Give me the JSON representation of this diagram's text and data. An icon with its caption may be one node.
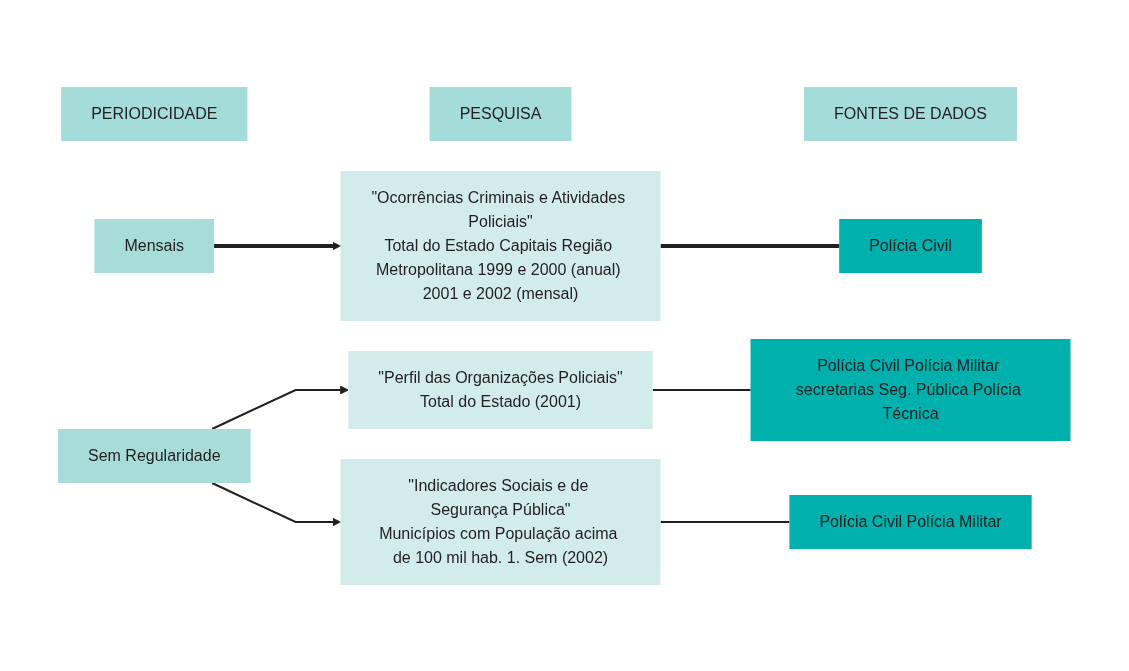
{
  "diagram": {
    "nodes": [
      {
        "text": [
          "PERIODICIDADE"
        ]
      },
      {
        "text": [
          "PESQUISA"
        ]
      },
      {
        "text": [
          "FONTES DE DADOS"
        ]
      },
      {
        "text": [
          "Mensais"
        ]
      },
      {
        "text": [
          "\"Ocorrências Criminais e Atividades Policiais\"",
          "Total do Estado Capitais Região Metropolitana 1999 e 2000 (anual) 2001 e 2002 (mensal)"
        ]
      },
      {
        "text": [
          "Polícia Civil"
        ]
      },
      {
        "text": [
          "Sem Regularidade"
        ]
      },
      {
        "text": [
          "\"Perfil das Organizações Policiais\"",
          "Total do Estado (2001)"
        ]
      },
      {
        "text": [
          "Polícia Civil Polícia Militar secretarias Seg. Pública Polícia Técnica"
        ]
      },
      {
        "text": [
          "\"Indicadores Sociais e de Segurança Pública\"",
          "Municípios com População acima de 100 mil hab. 1. Sem (2002)"
        ]
      },
      {
        "text": [
          "Polícia Civil Polícia Militar"
        ]
      }
    ],
    "edges": [
      {
        "from": 3,
        "to": 4,
        "arrow": "to",
        "style": "thick"
      },
      {
        "from": 4,
        "to": 5,
        "arrow": "none",
        "style": "thick"
      },
      {
        "from": 6,
        "to": 7,
        "arrow": "to"
      },
      {
        "from": 6,
        "to": 9,
        "arrow": "to"
      },
      {
        "from": 7,
        "to": 8,
        "arrow": "none"
      },
      {
        "from": 9,
        "to": 10,
        "arrow": "none"
      }
    ]
  }
}
